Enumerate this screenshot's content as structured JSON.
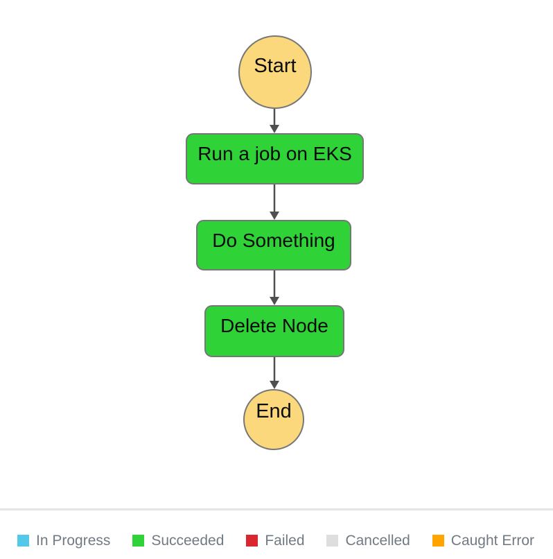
{
  "graph": {
    "nodes": [
      {
        "id": "start",
        "label": "Start",
        "type": "start-circle",
        "fill": "#FBD87C"
      },
      {
        "id": "run-a-job-on-eks",
        "label": "Run a job on EKS",
        "type": "task",
        "status": "Succeeded",
        "fill": "#2FD338"
      },
      {
        "id": "do-something",
        "label": "Do Something",
        "type": "task",
        "status": "Succeeded",
        "fill": "#2FD338"
      },
      {
        "id": "delete-node",
        "label": "Delete Node",
        "type": "task",
        "status": "Succeeded",
        "fill": "#2FD338"
      },
      {
        "id": "end",
        "label": "End",
        "type": "end-circle",
        "fill": "#FBD87C"
      }
    ],
    "edges": [
      {
        "from": "start",
        "to": "run-a-job-on-eks"
      },
      {
        "from": "run-a-job-on-eks",
        "to": "do-something"
      },
      {
        "from": "do-something",
        "to": "delete-node"
      },
      {
        "from": "delete-node",
        "to": "end"
      }
    ],
    "node_border_color": "#767676",
    "arrow_color": "#4f4f4f"
  },
  "legend": {
    "items": [
      {
        "label": "In Progress",
        "color": "#54C8E8"
      },
      {
        "label": "Succeeded",
        "color": "#2FD338"
      },
      {
        "label": "Failed",
        "color": "#D9272D"
      },
      {
        "label": "Cancelled",
        "color": "#DEDEDE"
      },
      {
        "label": "Caught Error",
        "color": "#FFA400"
      }
    ],
    "text_color": "#717a83",
    "divider_color": "#e4e4e4"
  }
}
